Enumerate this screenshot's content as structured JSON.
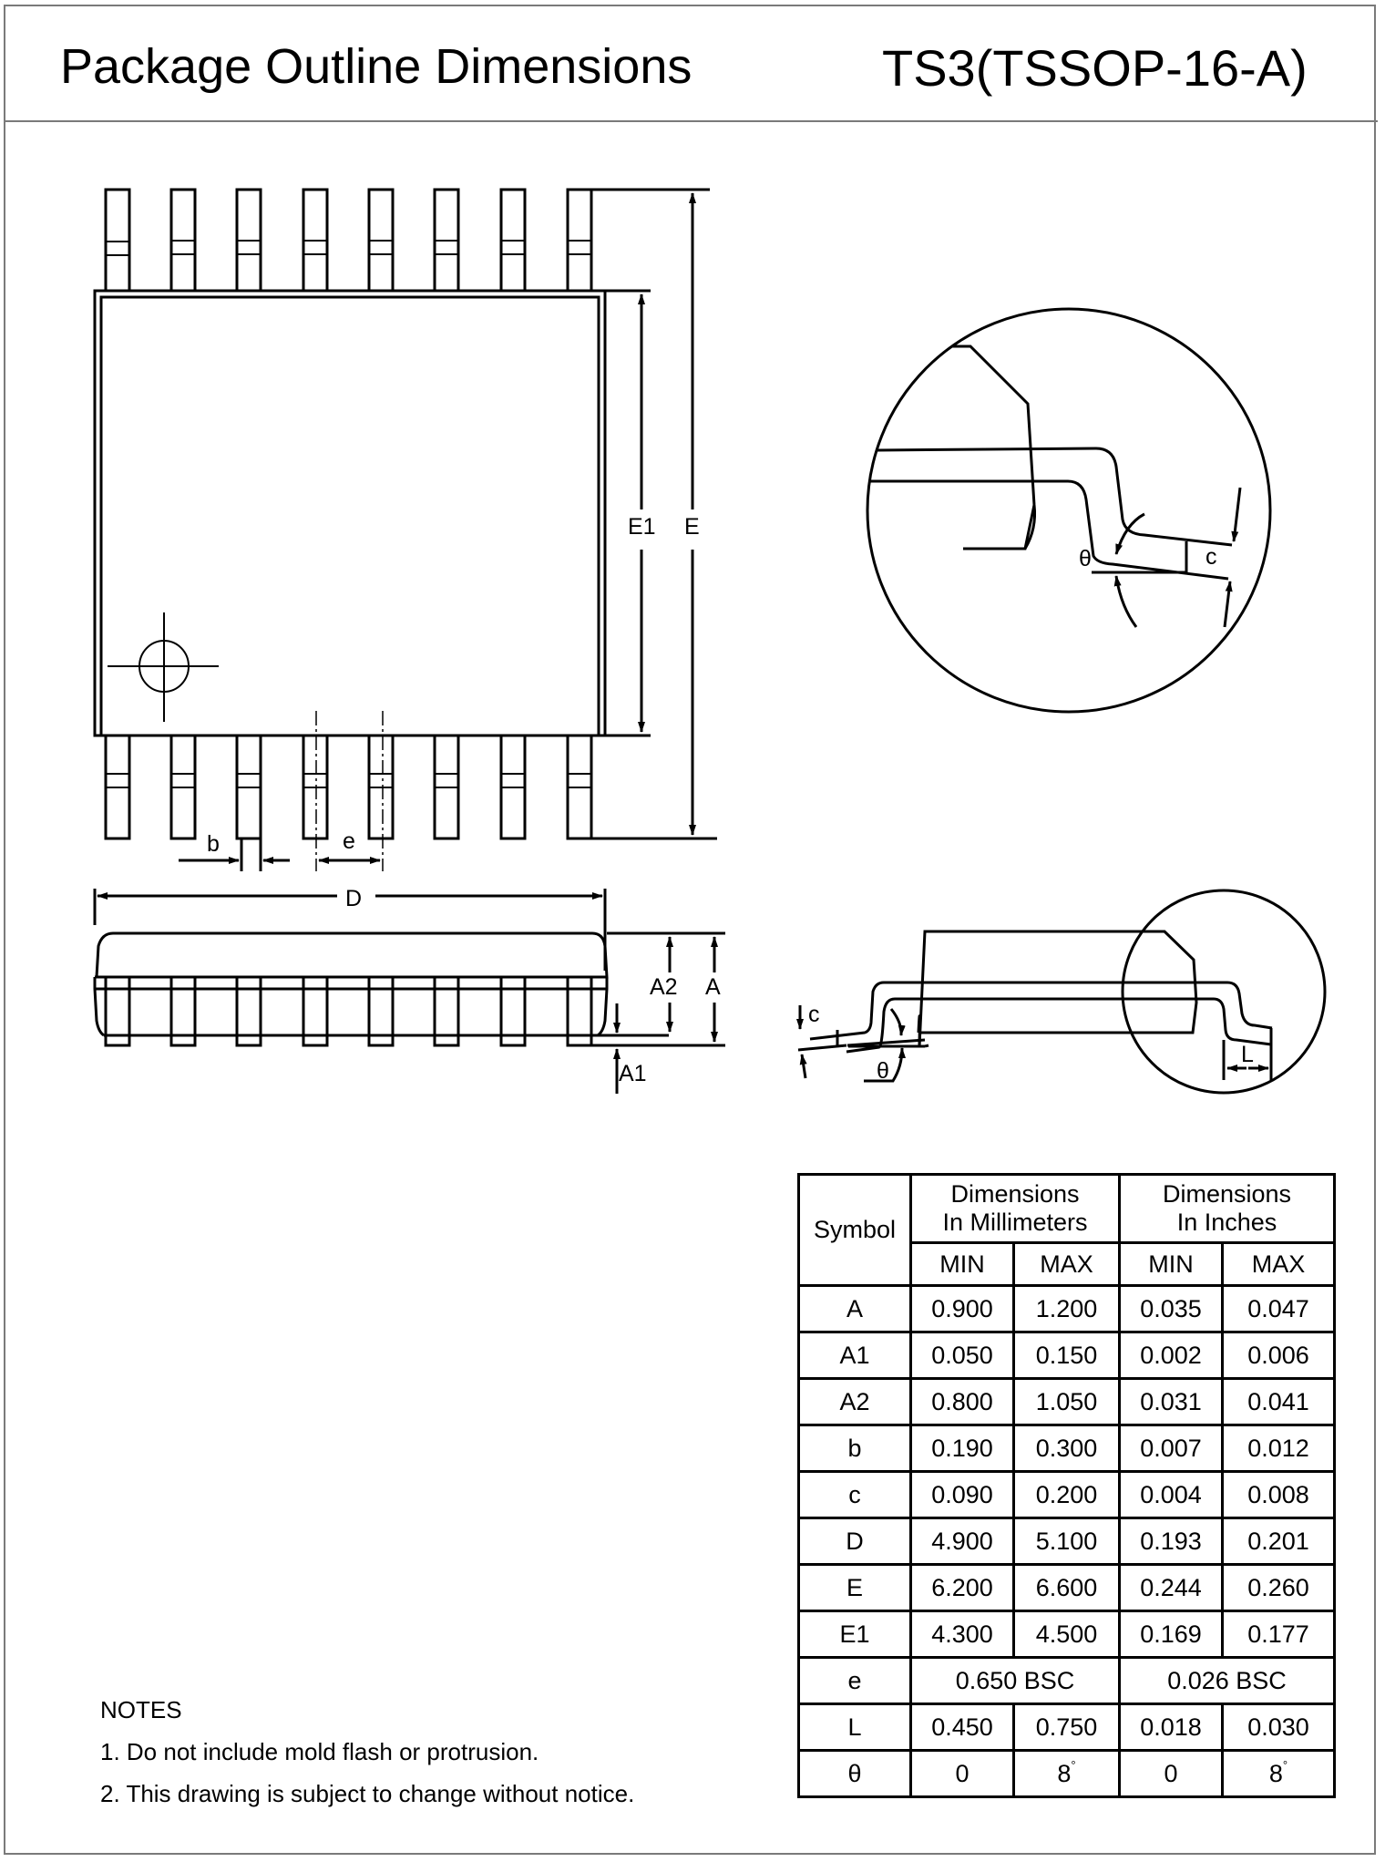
{
  "header": {
    "title": "Package Outline Dimensions",
    "package_code": "TS3(TSSOP-16-A)"
  },
  "drawing_labels": {
    "top_view": {
      "E1": "E1",
      "E": "E",
      "b": "b",
      "e": "e",
      "D": "D"
    },
    "side_view": {
      "A2": "A2",
      "A": "A",
      "A1": "A1"
    },
    "detail": {
      "theta": "θ",
      "c": "c"
    },
    "end_view": {
      "c": "c",
      "theta": "θ",
      "L": "L"
    }
  },
  "notes": {
    "heading": "NOTES",
    "items": [
      "1.  Do not include mold flash or protrusion.",
      "2.  This drawing is subject to change without notice."
    ]
  },
  "table": {
    "symbol_header": "Symbol",
    "mm_header_line1": "Dimensions",
    "mm_header_line2": "In Millimeters",
    "in_header_line1": "Dimensions",
    "in_header_line2": "In Inches",
    "min_label": "MIN",
    "max_label": "MAX",
    "rows": [
      {
        "symbol": "A",
        "mm_min": "0.900",
        "mm_max": "1.200",
        "in_min": "0.035",
        "in_max": "0.047"
      },
      {
        "symbol": "A1",
        "mm_min": "0.050",
        "mm_max": "0.150",
        "in_min": "0.002",
        "in_max": "0.006"
      },
      {
        "symbol": "A2",
        "mm_min": "0.800",
        "mm_max": "1.050",
        "in_min": "0.031",
        "in_max": "0.041"
      },
      {
        "symbol": "b",
        "mm_min": "0.190",
        "mm_max": "0.300",
        "in_min": "0.007",
        "in_max": "0.012"
      },
      {
        "symbol": "c",
        "mm_min": "0.090",
        "mm_max": "0.200",
        "in_min": "0.004",
        "in_max": "0.008"
      },
      {
        "symbol": "D",
        "mm_min": "4.900",
        "mm_max": "5.100",
        "in_min": "0.193",
        "in_max": "0.201"
      },
      {
        "symbol": "E",
        "mm_min": "6.200",
        "mm_max": "6.600",
        "in_min": "0.244",
        "in_max": "0.260"
      },
      {
        "symbol": "E1",
        "mm_min": "4.300",
        "mm_max": "4.500",
        "in_min": "0.169",
        "in_max": "0.177"
      },
      {
        "symbol": "e",
        "mm_bsc": "0.650 BSC",
        "in_bsc": "0.026 BSC"
      },
      {
        "symbol": "L",
        "mm_min": "0.450",
        "mm_max": "0.750",
        "in_min": "0.018",
        "in_max": "0.030"
      },
      {
        "symbol": "θ",
        "mm_min": "0",
        "mm_max": "8",
        "in_min": "0",
        "in_max": "8",
        "max_unit": "°"
      }
    ]
  }
}
